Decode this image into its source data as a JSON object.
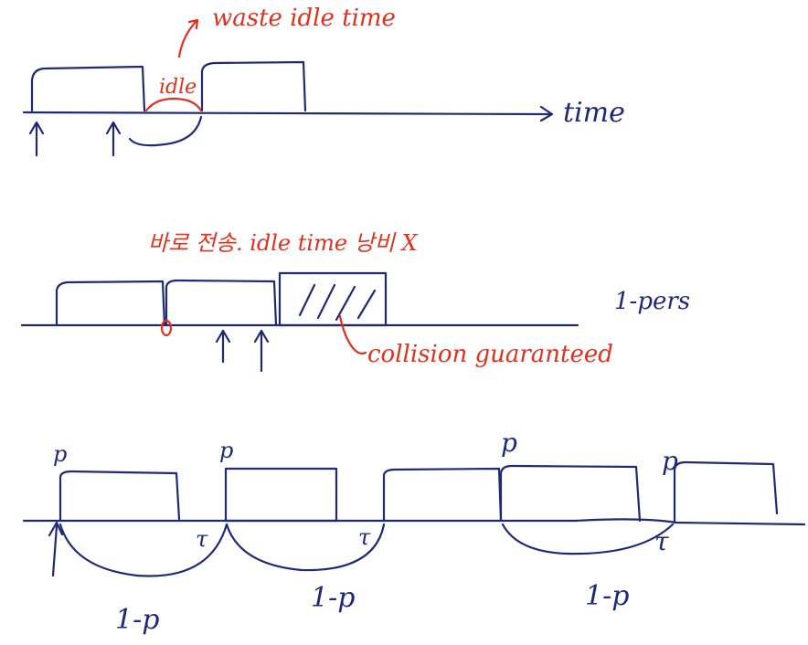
{
  "colors": {
    "ink": "#1e2a78",
    "annotation": "#e0301e"
  },
  "diagram1": {
    "annotation_top": "waste idle time",
    "idle_label": "idle",
    "axis_label": "time"
  },
  "diagram2": {
    "annotation_top": "바로 전송. idle time 낭비 X",
    "collision_label": "collision guaranteed",
    "side_label": "1-pers"
  },
  "diagram3": {
    "p_labels": [
      "p",
      "p",
      "p",
      "p"
    ],
    "tau_labels": [
      "τ",
      "τ",
      "τ"
    ],
    "one_minus_p_labels": [
      "1-p",
      "1-p",
      "1-p"
    ]
  }
}
